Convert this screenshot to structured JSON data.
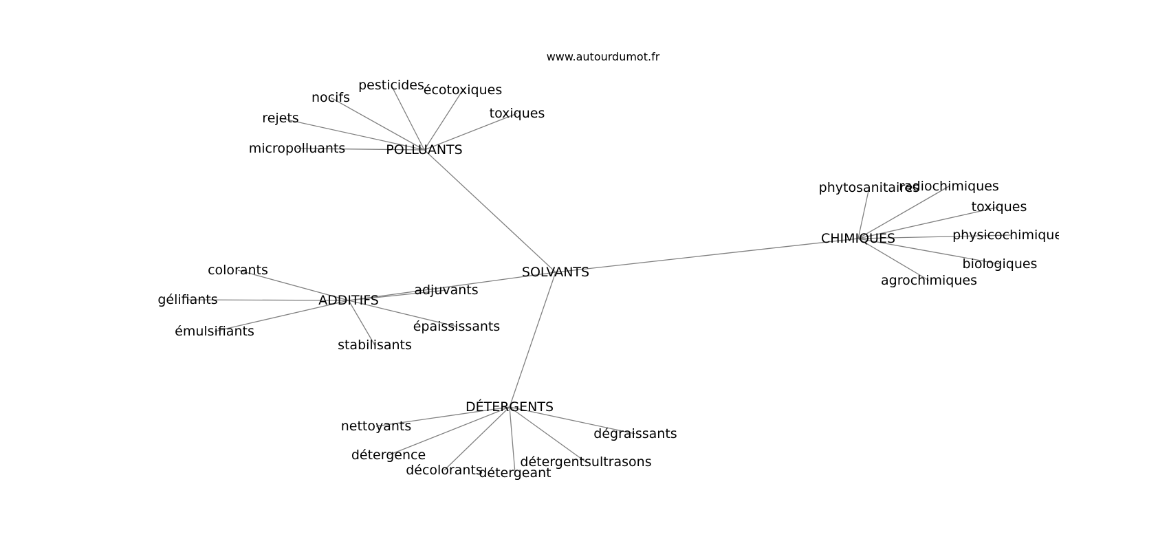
{
  "source": "www.autourdumot.fr",
  "center": "SOLVANTS",
  "hubs": [
    {
      "id": "polluants",
      "label": "POLLUANTS",
      "leaves": [
        "micropolluants",
        "rejets",
        "nocifs",
        "pesticides",
        "écotoxiques",
        "toxiques"
      ]
    },
    {
      "id": "chimiques",
      "label": "CHIMIQUES",
      "leaves": [
        "phytosanitaires",
        "radiochimiques",
        "toxiques",
        "physicochimiques",
        "biologiques",
        "agrochimiques"
      ]
    },
    {
      "id": "additifs",
      "label": "ADDITIFS",
      "leaves": [
        "colorants",
        "gélifiants",
        "émulsifiants",
        "stabilisants",
        "épaississants",
        "adjuvants"
      ]
    },
    {
      "id": "detergents",
      "label": "DÉTERGENTS",
      "leaves": [
        "nettoyants",
        "détergence",
        "décolorants",
        "détergeant",
        "détergentsultrasons",
        "dégraissants"
      ]
    }
  ]
}
